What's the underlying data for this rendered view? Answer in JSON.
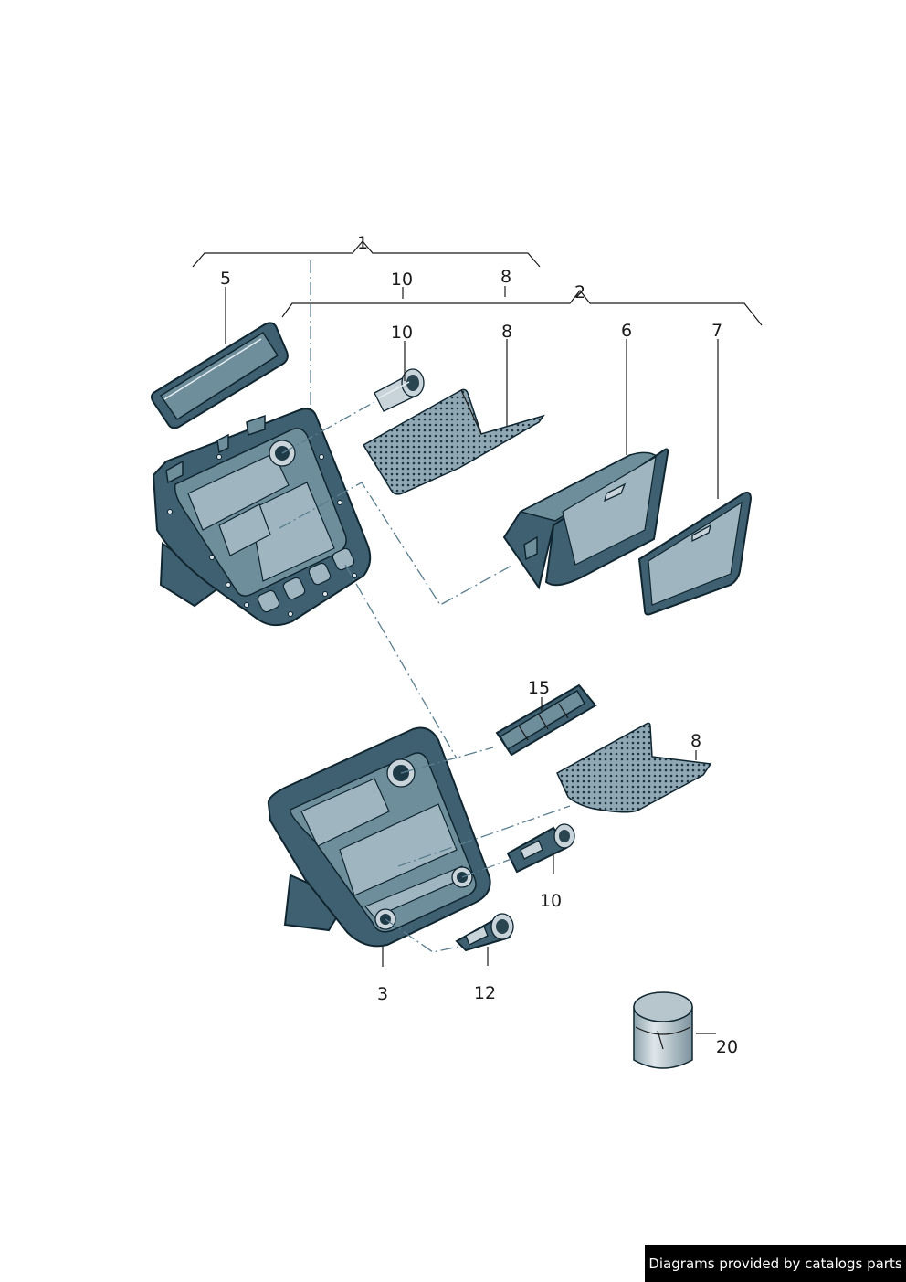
{
  "labels": {
    "l1": "1",
    "l2": "2",
    "l3": "3",
    "l5": "5",
    "l6": "6",
    "l7": "7",
    "l8a": "8",
    "l8b": "8",
    "l8c": "8",
    "l10a": "10",
    "l10b": "10",
    "l10c": "10",
    "l12": "12",
    "l15": "15",
    "l20": "20"
  },
  "credit": "Diagrams provided by catalogs parts"
}
